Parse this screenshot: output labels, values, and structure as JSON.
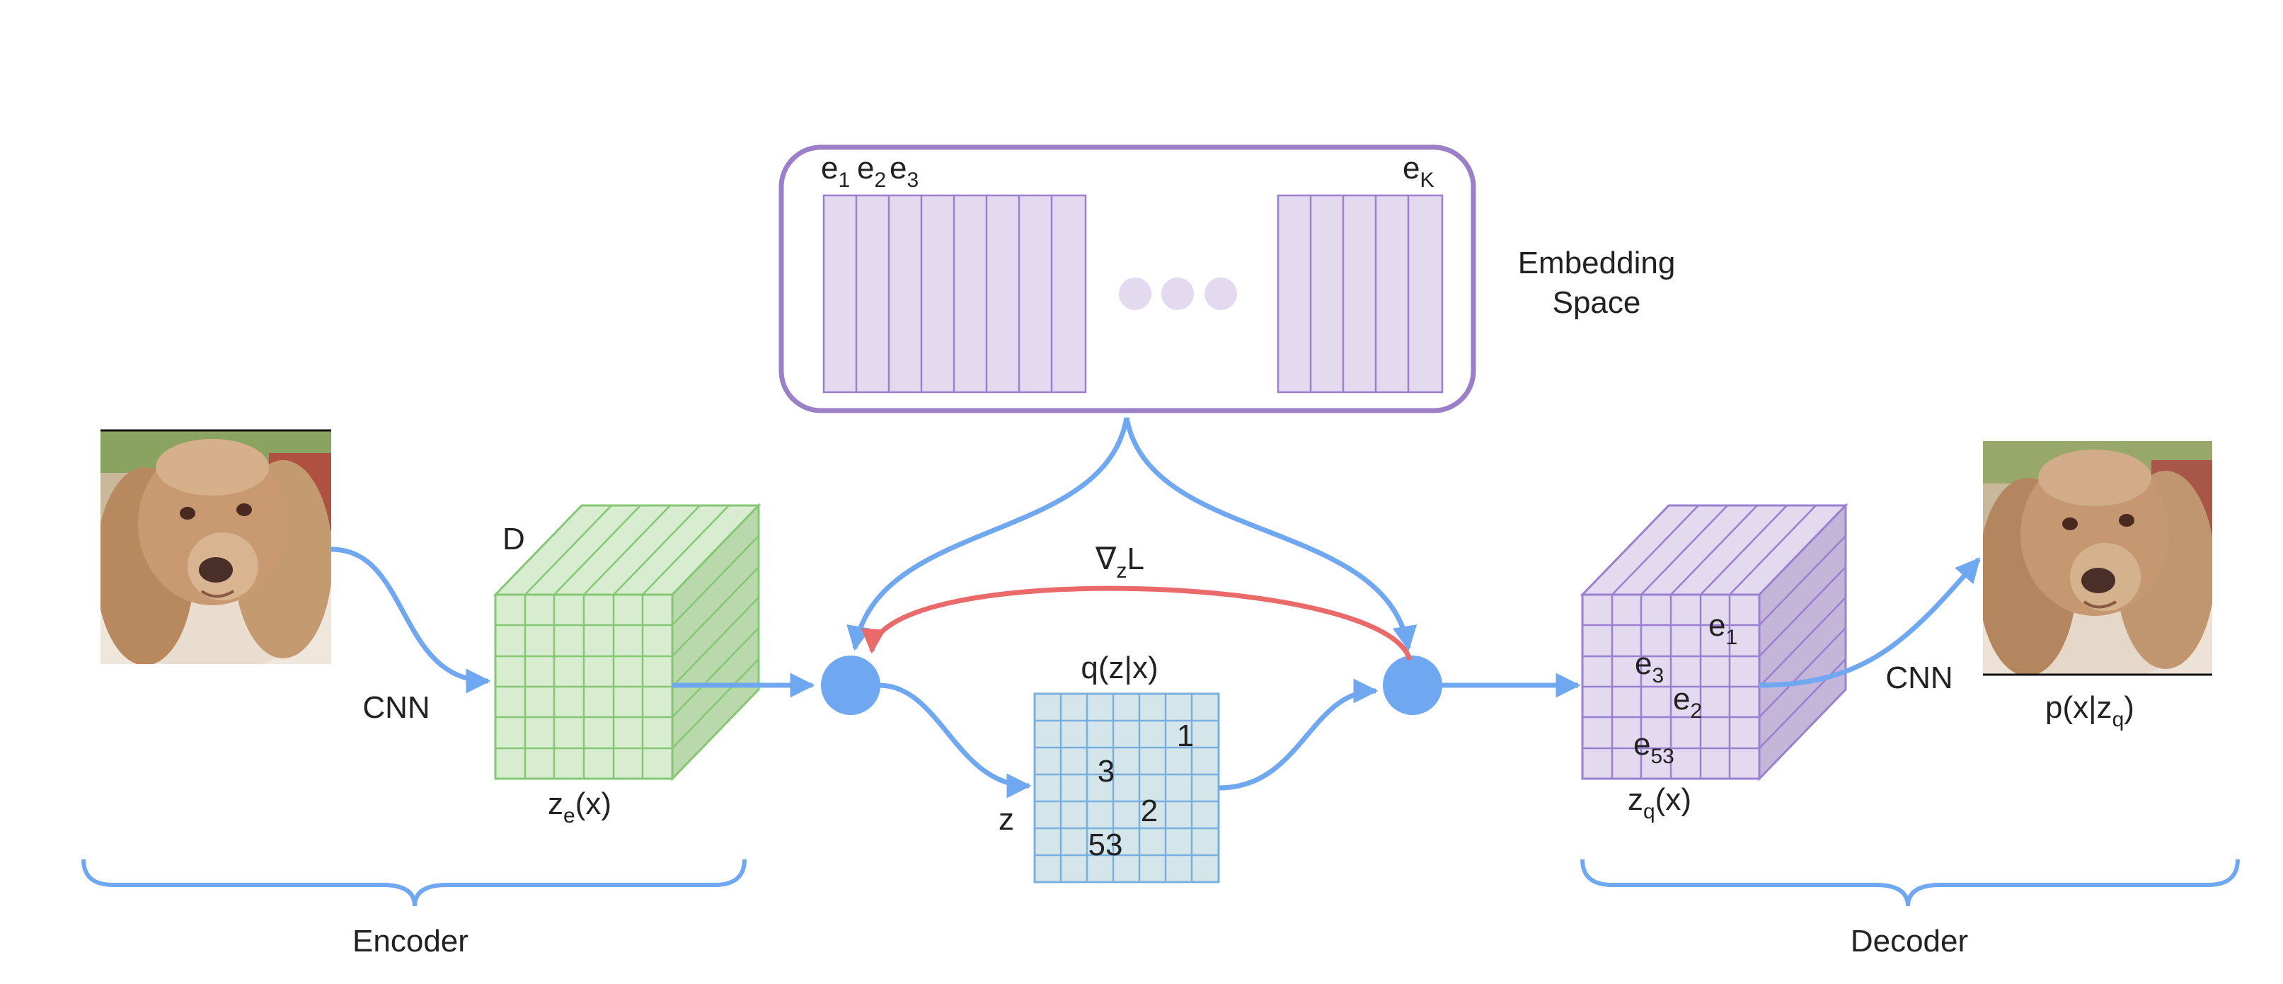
{
  "colors": {
    "arrow": "#6fa8f0",
    "gradient_arrow": "#ea6a6a",
    "embedding_border": "#9b7fc8",
    "embedding_fill": "#e3daf0",
    "embedding_line": "#9b7fd0",
    "encoder_face": "#d8ecd0",
    "encoder_side": "#b9d9ad",
    "encoder_line": "#86c775",
    "decoder_face": "#e3daf0",
    "decoder_side": "#c3b6d8",
    "decoder_line": "#9b7fd0",
    "grid_fill": "#d5e6ea",
    "grid_line": "#7ab0e0",
    "dog_fur": "#c99a72",
    "dog_dark": "#6a4030"
  },
  "icons": {
    "input_image": "dog-photo-icon",
    "output_image": "reconstructed-dog-photo-icon"
  },
  "embedding": {
    "label_line1": "Embedding",
    "label_line2": "Space",
    "e1": "e",
    "e1_sub": "1",
    "e2": "e",
    "e2_sub": "2",
    "e3": "e",
    "e3_sub": "3",
    "eK": "e",
    "eK_sub": "K"
  },
  "encoder": {
    "cnn_label": "CNN",
    "depth_label": "D",
    "output_main": "z",
    "output_sub": "e",
    "output_tail": "(x)",
    "section_label": "Encoder"
  },
  "gradient": {
    "nabla": "∇",
    "sub": "z",
    "tail": "L"
  },
  "quantizer": {
    "title": "q(z|x)",
    "z_label": "z",
    "cells": [
      "1",
      "3",
      "2",
      "53"
    ]
  },
  "decoder": {
    "output_main": "z",
    "output_sub": "q",
    "output_tail": "(x)",
    "cell_e1": "e",
    "cell_e1_sub": "1",
    "cell_e3": "e",
    "cell_e3_sub": "3",
    "cell_e2": "e",
    "cell_e2_sub": "2",
    "cell_e53": "e",
    "cell_e53_sub": "53",
    "cnn_label": "CNN",
    "px_main": "p(x|z",
    "px_sub": "q",
    "px_tail": ")",
    "section_label": "Decoder"
  }
}
